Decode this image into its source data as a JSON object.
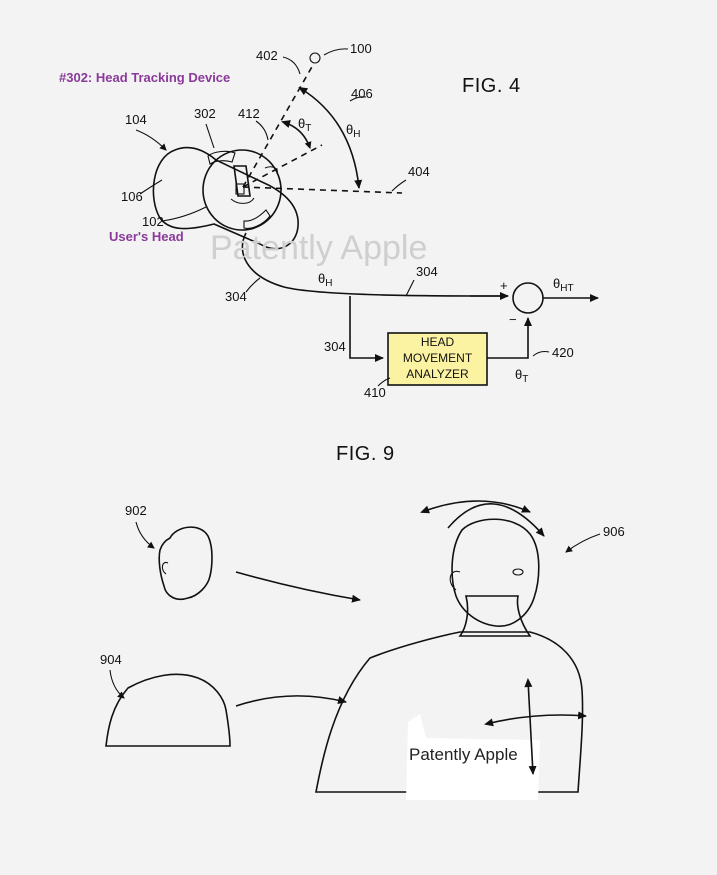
{
  "fig4": {
    "title": "FIG. 4",
    "annotation_device": "#302: Head Tracking Device",
    "annotation_head": "User's Head",
    "refs": {
      "r100": "100",
      "r402": "402",
      "r406": "406",
      "r404": "404",
      "r412": "412",
      "r302": "302",
      "r104": "104",
      "r106": "106",
      "r102": "102",
      "r304a": "304",
      "r304b": "304",
      "r304c": "304",
      "r410": "410",
      "r420": "420"
    },
    "symbols": {
      "theta_t_base": "θ",
      "theta_t_sub": "T",
      "theta_h_base": "θ",
      "theta_h_sub": "H",
      "theta_h_line_base": "θ",
      "theta_h_line_sub": "H",
      "theta_ht_base": "θ",
      "theta_ht_sub": "HT",
      "theta_t_out_base": "θ",
      "theta_t_out_sub": "T",
      "plus": "+",
      "minus": "−"
    },
    "analyzer_box": {
      "line1": "HEAD",
      "line2": "MOVEMENT",
      "line3": "ANALYZER",
      "fill": "#fbf3a2"
    },
    "device_color": "#8fc6d8"
  },
  "fig9": {
    "title": "FIG. 9",
    "refs": {
      "r902": "902",
      "r904": "904",
      "r906": "906"
    }
  },
  "watermark": {
    "top": "Patently Apple",
    "bottom": "Patently Apple"
  }
}
